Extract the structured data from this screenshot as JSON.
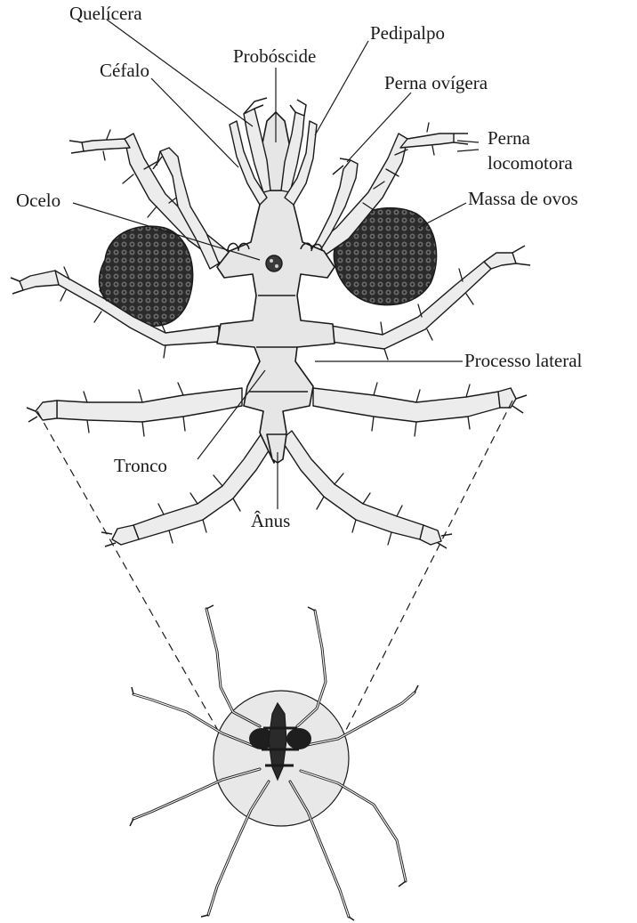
{
  "labels": {
    "quelicera": "Quelícera",
    "proboscide": "Probóscide",
    "pedipalpo": "Pedipalpo",
    "cefalo": "Céfalo",
    "perna_ovigera": "Perna ovígera",
    "perna_locomotora_1": "Perna",
    "perna_locomotora_2": "locomotora",
    "ocelo": "Ocelo",
    "massa_de_ovos": "Massa de ovos",
    "processo_lateral": "Processo lateral",
    "tronco": "Tronco",
    "anus": "Ânus"
  },
  "style": {
    "ink": "#1a1a1a",
    "background": "#ffffff",
    "body_fill": "#e6e6e6",
    "egg_fill": "#2b2b2b"
  }
}
